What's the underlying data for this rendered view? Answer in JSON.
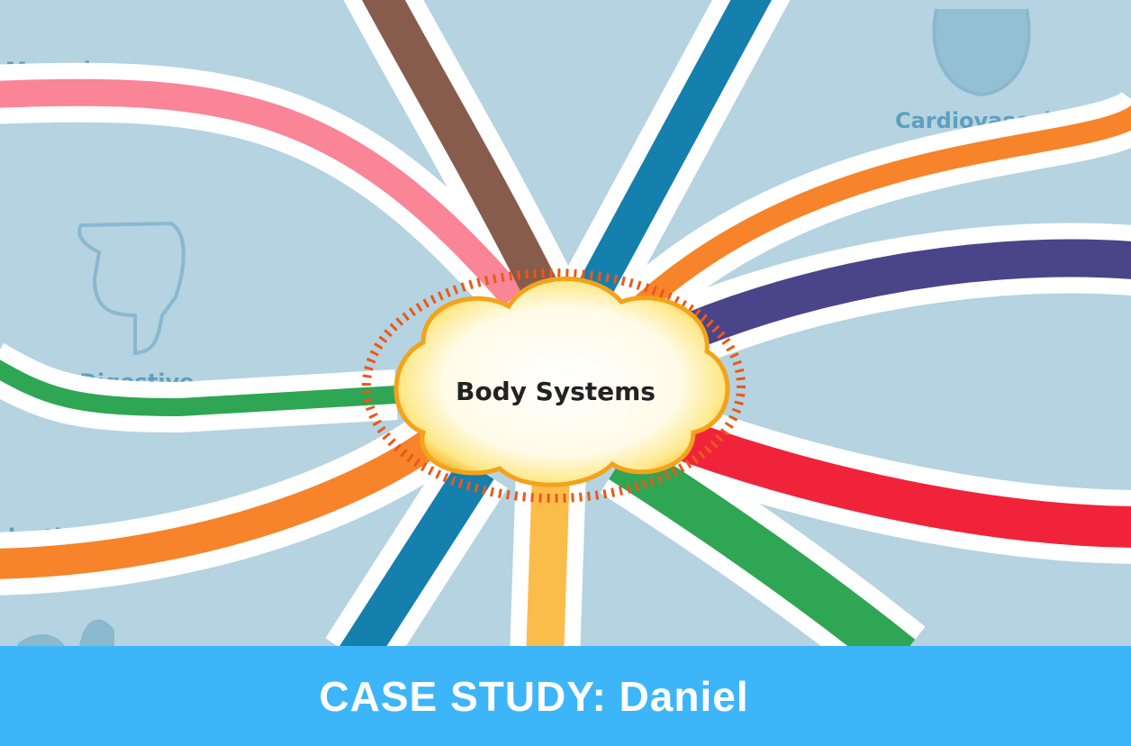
{
  "center": {
    "title": "Body Systems"
  },
  "branch_labels": {
    "muscular": "Muscular",
    "cardiovascular": "Cardiovascular",
    "digestive": "Digestive",
    "reproductive": "ductive"
  },
  "branches": [
    {
      "id": "pink",
      "color": "#f98597"
    },
    {
      "id": "brown",
      "color": "#875c4d"
    },
    {
      "id": "blue-top",
      "color": "#157fae"
    },
    {
      "id": "orange-top",
      "color": "#f7842a"
    },
    {
      "id": "purple",
      "color": "#4a4489"
    },
    {
      "id": "red",
      "color": "#f1233a"
    },
    {
      "id": "green-bottom",
      "color": "#2fa654"
    },
    {
      "id": "yellow",
      "color": "#fbbd4a"
    },
    {
      "id": "blue-bottom",
      "color": "#157fae"
    },
    {
      "id": "orange-left",
      "color": "#f7842a"
    },
    {
      "id": "green-left",
      "color": "#2fa654"
    }
  ],
  "banner": {
    "text": "CASE STUDY: Daniel",
    "color": "#3db6f9"
  }
}
